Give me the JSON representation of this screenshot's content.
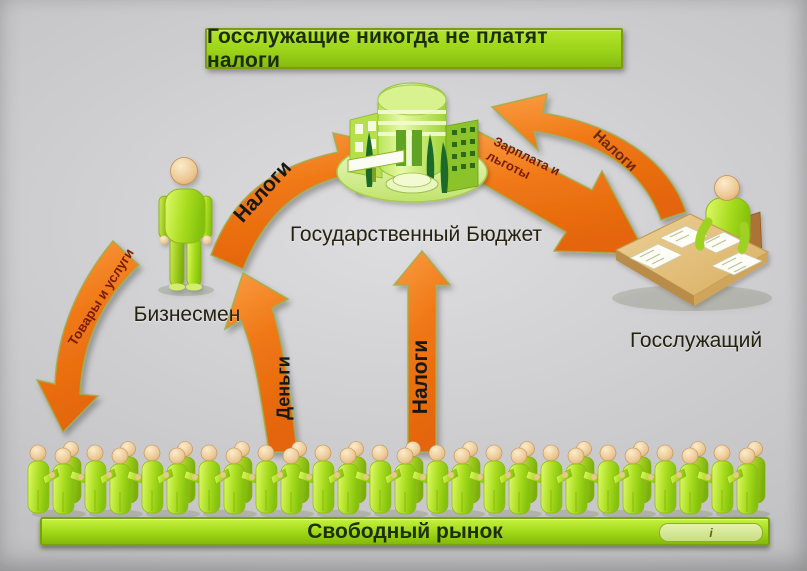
{
  "title": "Госслужащие никогда не платят налоги",
  "budget": {
    "label": "Государственный Бюджет"
  },
  "businessman": {
    "label": "Бизнесмен"
  },
  "civil_servant": {
    "label": "Госслужащий"
  },
  "market": {
    "label": "Свободный рынок",
    "info_badge": "i",
    "figure_pairs": 13
  },
  "arrows": {
    "taxes_businessman_to_budget": {
      "label": "Налоги"
    },
    "taxes_servant_to_budget": {
      "label": "Налоги"
    },
    "salary_budget_to_servant": {
      "line1": "Зарплата и",
      "line2": "льготы"
    },
    "goods_businessman_to_market": {
      "label": "Товары и услуги"
    },
    "money_market_to_businessman": {
      "label": "Деньги"
    },
    "taxes_market_to_budget": {
      "label": "Налоги"
    }
  },
  "colors": {
    "arrow_orange": "#f07816",
    "banner_green": "#9cd41a",
    "figure_green": "#a8dc1e",
    "label_dark_red": "#7a1c00",
    "label_black": "#181812",
    "background_gray": "#c8c8ca"
  }
}
